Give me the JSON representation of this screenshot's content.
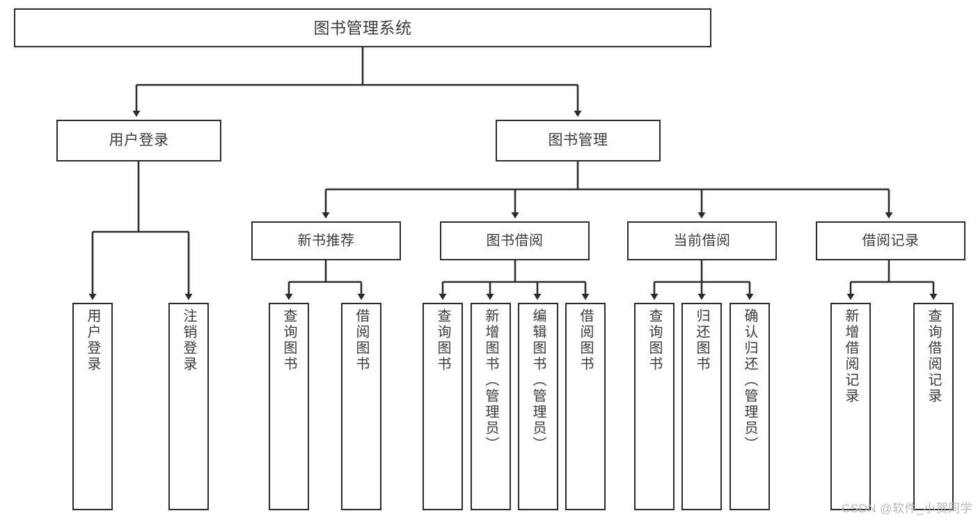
{
  "diagram": {
    "title": "图书管理系统",
    "type": "tree",
    "orientation": "top-down",
    "line_color": "#2b2b2b",
    "text_color": "#3b3b3b",
    "background": "#ffffff",
    "nodes": {
      "root": {
        "label": "图书管理系统"
      },
      "l1": [
        {
          "label": "用户登录"
        },
        {
          "label": "图书管理"
        }
      ],
      "l2": [
        {
          "label": "新书推荐"
        },
        {
          "label": "图书借阅"
        },
        {
          "label": "当前借阅"
        },
        {
          "label": "借阅记录"
        }
      ],
      "leaves": {
        "user_login": [
          {
            "label": "用户登录"
          },
          {
            "label": "注销登录"
          }
        ],
        "new_book": [
          {
            "label": "查询图书"
          },
          {
            "label": "借阅图书"
          }
        ],
        "book_borrow": [
          {
            "label": "查询图书"
          },
          {
            "label": "新增图书（管理员）"
          },
          {
            "label": "编辑图书（管理员）"
          },
          {
            "label": "借阅图书"
          }
        ],
        "current_borrow": [
          {
            "label": "查询图书"
          },
          {
            "label": "归还图书"
          },
          {
            "label": "确认归还（管理员）"
          }
        ],
        "borrow_record": [
          {
            "label": "新增借阅记录"
          },
          {
            "label": "查询借阅记录"
          }
        ]
      }
    }
  },
  "watermark": {
    "text": "CSDN @软件_小贺同学"
  }
}
